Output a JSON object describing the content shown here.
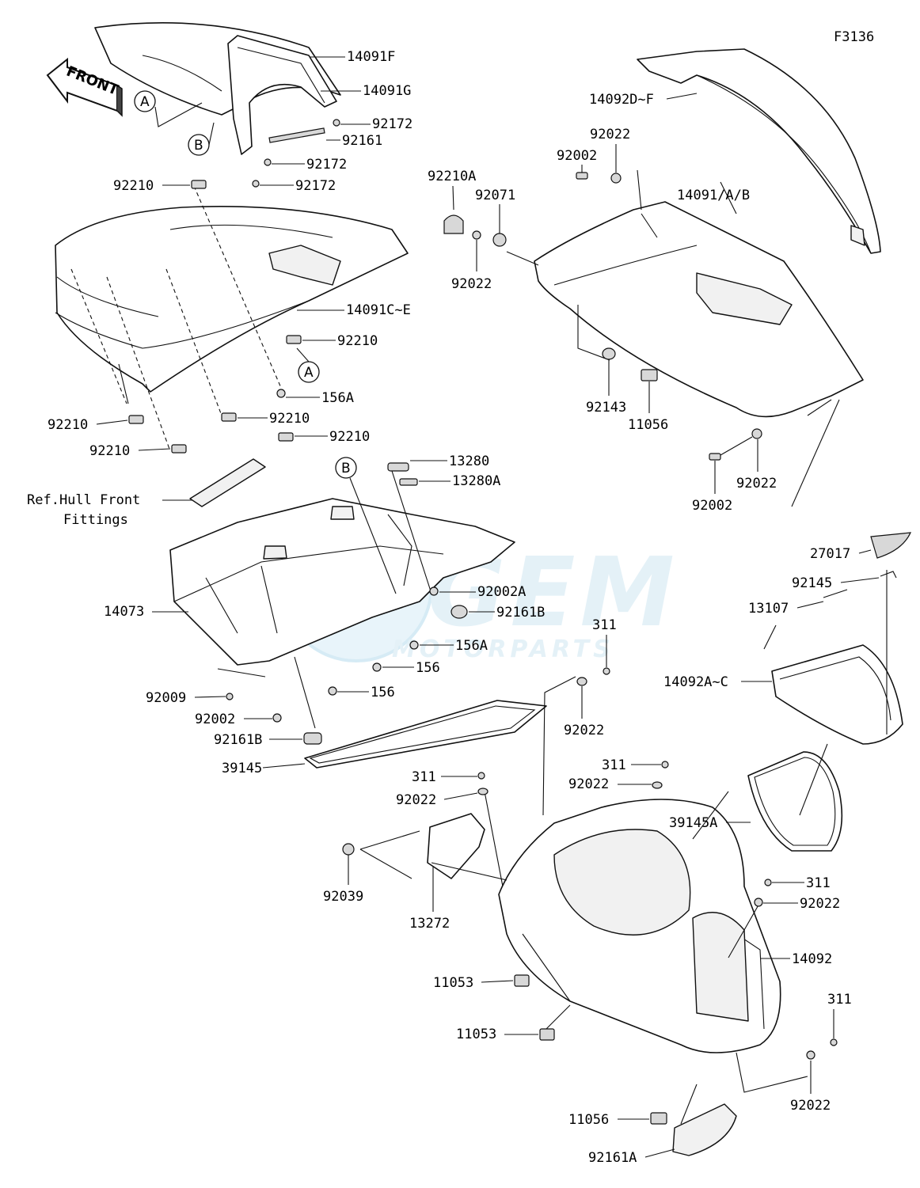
{
  "figure_code": "F3136",
  "front_arrow": "FRONT",
  "watermark": {
    "brand": "GEM",
    "sub": "MOTORPARTS",
    "color": "#9fcfe6"
  },
  "callout_markers": [
    "A",
    "B",
    "A",
    "B"
  ],
  "labels": {
    "p14091F": "14091F",
    "p14091G": "14091G",
    "p92172a": "92172",
    "p92161": "92161",
    "p92172b": "92172",
    "p92172c": "92172",
    "p92210a": "92210",
    "p14091CE": "14091C~E",
    "p92210b": "92210",
    "p156Aa": "156A",
    "p92210c": "92210",
    "p92210d": "92210",
    "p92210e": "92210",
    "p92210f": "92210",
    "refHull1": "Ref.Hull Front",
    "refHull2": "Fittings",
    "p13280": "13280",
    "p13280A": "13280A",
    "p14073": "14073",
    "p92002A": "92002A",
    "p92161Ba": "92161B",
    "p156Ab": "156A",
    "p156a": "156",
    "p156b": "156",
    "p92009": "92009",
    "p92002a": "92002",
    "p92161Bb": "92161B",
    "p39145": "39145",
    "p14092DF": "14092D~F",
    "p92022a": "92022",
    "p92002b": "92002",
    "p92210A": "92210A",
    "p92071": "92071",
    "p14091AB": "14091/A/B",
    "p92022b": "92022",
    "p92143": "92143",
    "p11056a": "11056",
    "p92002c": "92002",
    "p92022c": "92022",
    "p27017": "27017",
    "p92145": "92145",
    "p13107": "13107",
    "p311a": "311",
    "p92022d": "92022",
    "p14092AC": "14092A~C",
    "p311b": "311",
    "p92022e": "92022",
    "p311c": "311",
    "p92022f": "92022",
    "p39145A": "39145A",
    "p92039": "92039",
    "p13272": "13272",
    "p311d": "311",
    "p92022g": "92022",
    "p14092": "14092",
    "p11053a": "11053",
    "p11053b": "11053",
    "p311e": "311",
    "p92022h": "92022",
    "p11056b": "11056",
    "p92161A": "92161A"
  }
}
